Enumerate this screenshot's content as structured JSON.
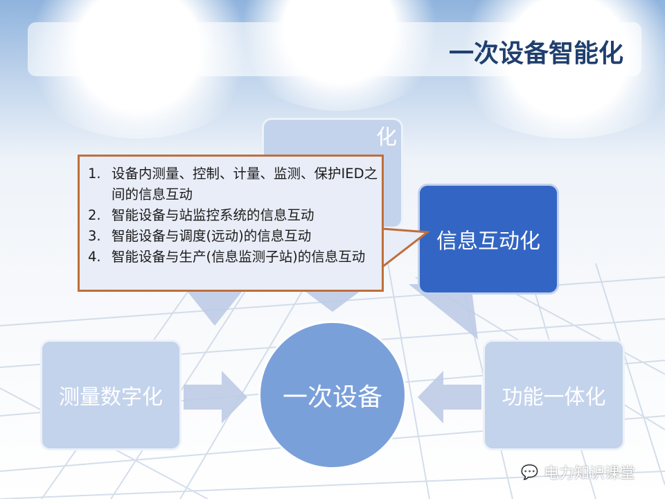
{
  "title": "一次设备智能化",
  "center": "一次设备",
  "boxes": {
    "top_partial": "化",
    "info": "信息互动化",
    "measure": "测量数字化",
    "function": "功能一体化"
  },
  "callout": {
    "items": [
      {
        "num": "1.",
        "text": "设备内测量、控制、计量、监测、保护IED之间的信息互动"
      },
      {
        "num": "2.",
        "text": "智能设备与站监控系统的信息互动"
      },
      {
        "num": "3.",
        "text": "智能设备与调度(远动)的信息互动"
      },
      {
        "num": "4.",
        "text": "智能设备与生产(信息监测子站)的信息互动"
      }
    ]
  },
  "watermark": "电力知识课堂",
  "colors": {
    "title": "#1f3f6e",
    "info_box": "#3366c4",
    "light_box": "#c4d3ec",
    "circle": "#7aa0da",
    "callout_border": "#bf6e3a"
  }
}
